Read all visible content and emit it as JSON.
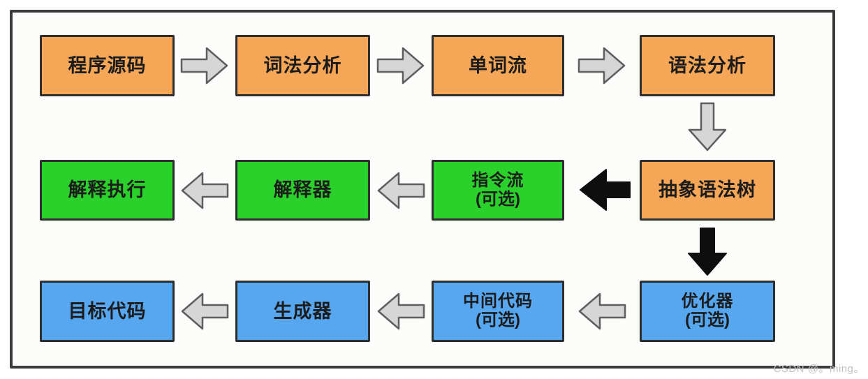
{
  "watermark": "CSDN @。ming。",
  "colors": {
    "box_orange": "#f5a757",
    "box_green": "#2bd12b",
    "box_blue": "#57a7f0",
    "box_border": "#2e2e2e",
    "arrow_gray_fill": "#d6d6d6",
    "arrow_gray_outline": "#5e5e5e",
    "arrow_black": "#0e0e0e",
    "frame_border": "#3c3c3c"
  },
  "boxes": [
    {
      "label": "程序源码",
      "sublabel": ""
    },
    {
      "label": "词法分析",
      "sublabel": ""
    },
    {
      "label": "单词流",
      "sublabel": ""
    },
    {
      "label": "语法分析",
      "sublabel": ""
    },
    {
      "label": "解释执行",
      "sublabel": ""
    },
    {
      "label": "解释器",
      "sublabel": ""
    },
    {
      "label": "指令流",
      "sublabel": "(可选)"
    },
    {
      "label": "抽象语法树",
      "sublabel": ""
    },
    {
      "label": "目标代码",
      "sublabel": ""
    },
    {
      "label": "生成器",
      "sublabel": ""
    },
    {
      "label": "中间代码",
      "sublabel": "(可选)"
    },
    {
      "label": "优化器",
      "sublabel": "(可选)"
    }
  ]
}
